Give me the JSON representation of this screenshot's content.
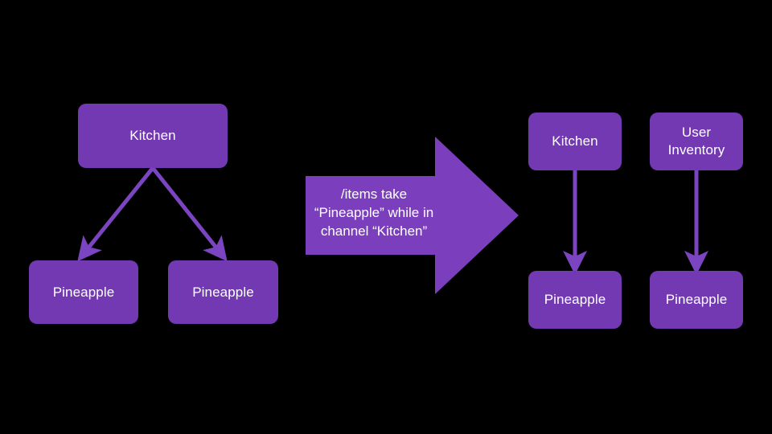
{
  "diagram": {
    "background_color": "#000000",
    "node_color": "#7239B3",
    "arrow_color": "#7B3FBD",
    "edge_color": "#7B44C0",
    "text_color": "#FFFFFF",
    "before": {
      "source_node": {
        "label": "Kitchen"
      },
      "child_nodes": [
        {
          "label": "Pineapple"
        },
        {
          "label": "Pineapple"
        }
      ]
    },
    "transform": {
      "label": "/items take\n“Pineapple” while in\nchannel “Kitchen”"
    },
    "after": {
      "top_nodes": [
        {
          "label": "Kitchen"
        },
        {
          "label": "User\nInventory"
        }
      ],
      "bottom_nodes": [
        {
          "label": "Pineapple"
        },
        {
          "label": "Pineapple"
        }
      ]
    }
  }
}
